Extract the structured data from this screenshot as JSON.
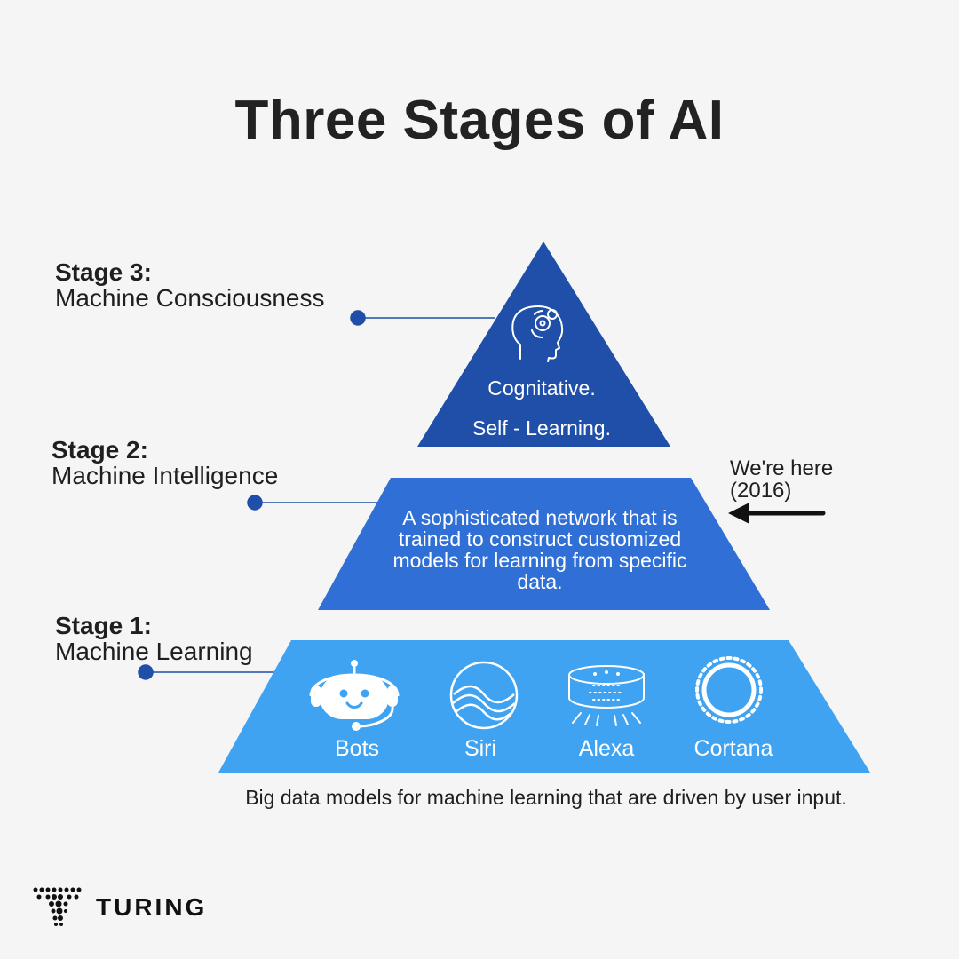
{
  "title": "Three Stages of AI",
  "stages": [
    {
      "num": "Stage 3:",
      "name": "Machine Consciousness"
    },
    {
      "num": "Stage 2:",
      "name": "Machine Intelligence"
    },
    {
      "num": "Stage 1:",
      "name": "Machine Learning"
    }
  ],
  "tier3": {
    "line1": "Cognitative.",
    "line2": "Self - Learning."
  },
  "tier2": {
    "description": "A sophisticated network that is trained to construct customized models for learning from specific data."
  },
  "tier1": {
    "items": [
      "Bots",
      "Siri",
      "Alexa",
      "Cortana"
    ]
  },
  "marker": {
    "text": "We're here (2016)"
  },
  "footer": "Big data models for machine learning that are driven by user input.",
  "brand": "TURING",
  "colors": {
    "tier3": "#1f4fa8",
    "tier2": "#2f6fd6",
    "tier1": "#3fa3f2",
    "connector": "#1f4fa8",
    "background": "#f5f5f5"
  }
}
